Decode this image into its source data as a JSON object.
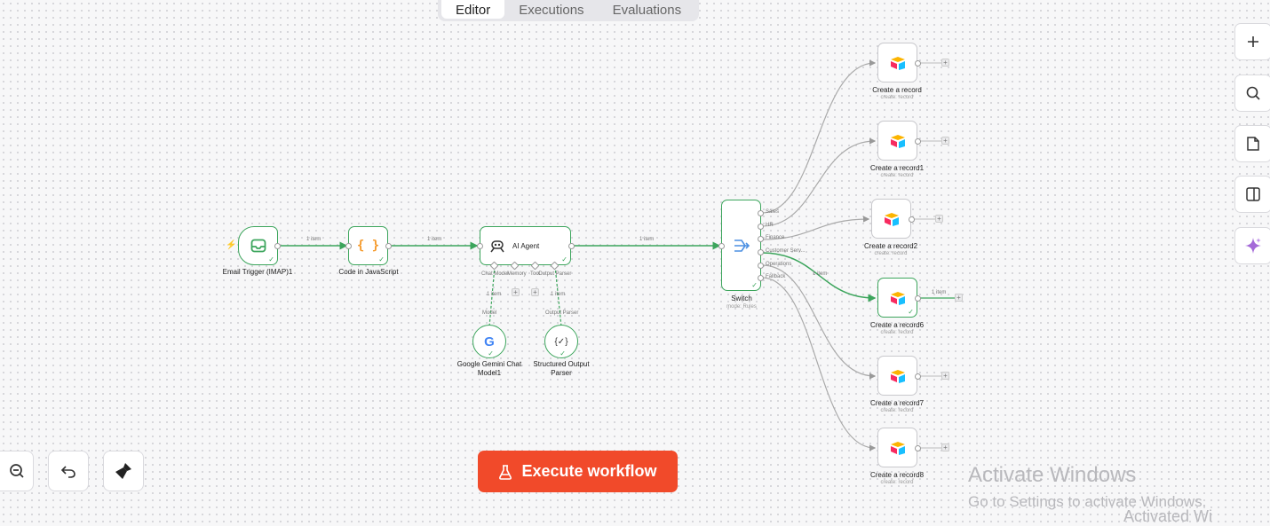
{
  "tabs": [
    {
      "label": "Editor"
    },
    {
      "label": "Executions"
    },
    {
      "label": "Evaluations"
    }
  ],
  "nodes": {
    "email_trigger": {
      "label": "Email Trigger (IMAP)1"
    },
    "code": {
      "label": "Code in JavaScript",
      "icon_text": "{ }"
    },
    "ai_agent": {
      "label": "AI Agent",
      "ports": [
        "Chat Model",
        "Memory",
        "Tool",
        "Output Parser"
      ]
    },
    "gemini": {
      "label": "Google Gemini Chat Model1",
      "port_label": "Model",
      "icon_text": "G"
    },
    "parser": {
      "label": "Structured Output Parser",
      "port_label": "Output Parser",
      "icon_text": "{✓}"
    },
    "switch": {
      "label": "Switch",
      "sublabel": "mode: Rules",
      "outputs": [
        "Sales",
        "HR",
        "Finance",
        "Customer Serv...",
        "Operations",
        "Fallback"
      ]
    },
    "records": [
      {
        "label": "Create a record",
        "sublabel": "create: record"
      },
      {
        "label": "Create a record1",
        "sublabel": "create: record"
      },
      {
        "label": "Create a record2",
        "sublabel": "create: record"
      },
      {
        "label": "Create a record6",
        "sublabel": "create: record"
      },
      {
        "label": "Create a record7",
        "sublabel": "create: record"
      },
      {
        "label": "Create a record8",
        "sublabel": "create: record"
      }
    ]
  },
  "connections": {
    "item_label": "1 item"
  },
  "execute_button": {
    "label": "Execute workflow"
  },
  "watermark": {
    "title": "Activate Windows",
    "subtitle": "Go to Settings to activate Windows.",
    "overflow": "Activated Wi"
  },
  "colors": {
    "success": "#3ca55c",
    "execute": "#f14a2a",
    "accent_ai": "#a46ad8"
  },
  "icons": {
    "sidebar": [
      "plus-icon",
      "search-icon",
      "sticky-note-icon",
      "panel-icon",
      "ai-sparkle-icon"
    ],
    "bottom": [
      "zoom-out-icon",
      "undo-icon",
      "clear-execution-icon"
    ]
  }
}
